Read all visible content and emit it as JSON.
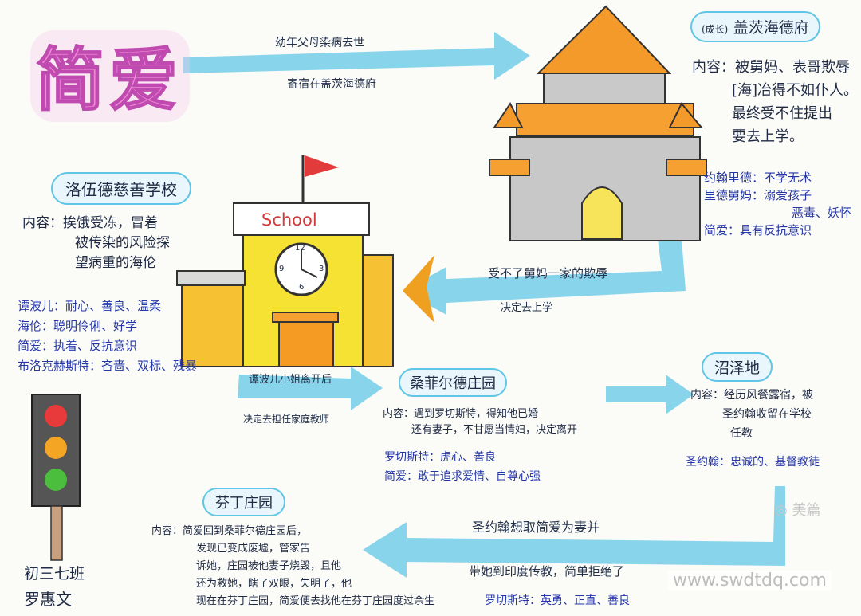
{
  "title": "简爱",
  "gateshead": {
    "title_prefix": "(成长)",
    "title": "盖茨海德府",
    "content": [
      "内容：被舅妈、表哥欺辱",
      "[海]冶得不如仆人。",
      "最终受不住提出",
      "要去上学。"
    ],
    "chars": [
      "约翰里德：不学无术",
      "里德舅妈：溺爱孩子",
      "恶毒、妖怀",
      "简爱：具有反抗意识"
    ]
  },
  "arrow1": {
    "top": "幼年父母染病去世",
    "bottom": "寄宿在盖茨海德府"
  },
  "lowood": {
    "title": "洛伍德慈善学校",
    "content": [
      "内容：挨饿受冻，冒着",
      "被传染的风险探",
      "望病重的海伦"
    ],
    "chars": [
      "谭波儿：耐心、善良、温柔",
      "海伦：聪明伶俐、好学",
      "简爱：执着、反抗意识",
      "布洛克赫斯特：吝啬、双标、残暴"
    ],
    "school_sign": "School",
    "clock_labels": [
      "12",
      "3",
      "6",
      "9"
    ]
  },
  "arrow2": {
    "top": "受不了舅妈一家的欺辱",
    "bottom": "决定去上学"
  },
  "arrow3": {
    "top": "谭波儿小姐离开后",
    "bottom": "决定去担任家庭教师"
  },
  "thornfield": {
    "title": "桑菲尔德庄园",
    "content": [
      "内容：遇到罗切斯特，得知他已婚",
      "还有妻子，不甘愿当情妇，决定离开"
    ],
    "chars": [
      "罗切斯特：虎心、善良",
      "简爱：敢于追求爱情、自尊心强"
    ]
  },
  "marsh": {
    "title": "沼泽地",
    "content": [
      "内容：经历风餐露宿，被",
      "圣约翰收留在学校",
      "任教"
    ],
    "chars": [
      "圣约翰：忠诚的、基督教徒"
    ]
  },
  "arrow5": {
    "top": "圣约翰想取简爱为妻并",
    "bottom": "带她到印度传教，简单拒绝了"
  },
  "ferndean": {
    "title": "芬丁庄园",
    "content": [
      "内容：简爱回到桑菲尔德庄园后，",
      "发现已变成废墟，管家告",
      "诉她，庄园被他妻子烧毁，且他",
      "还为救她，瞎了双眼，失明了，他",
      "现在在芬丁庄园，简爱便去找他在芬丁庄园度过余生"
    ],
    "chars": [
      "罗切斯特：英勇、正直、善良"
    ]
  },
  "author": {
    "class": "初三七班",
    "name": "罗惠文"
  },
  "watermark": {
    "logo": "美篇",
    "site": "www.swdtdq.com"
  }
}
